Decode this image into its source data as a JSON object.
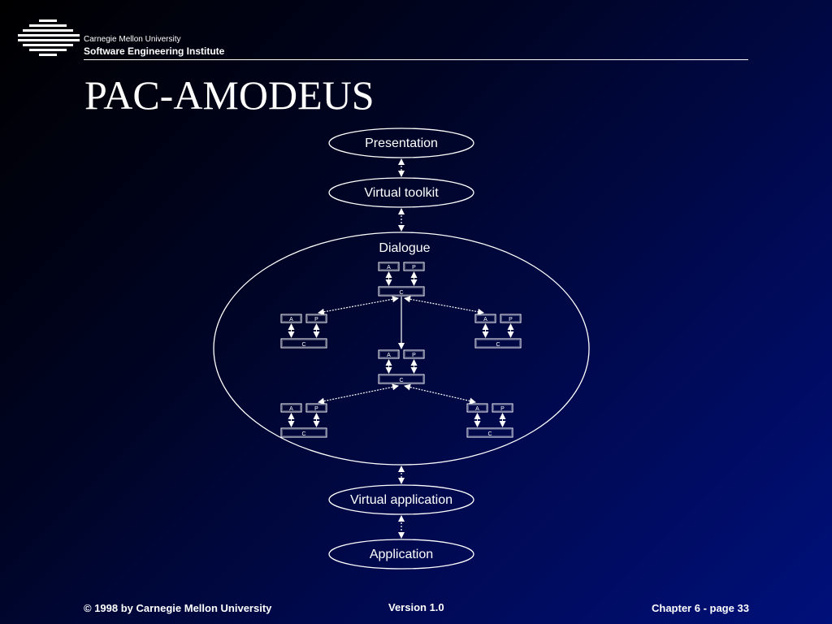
{
  "header": {
    "org_line1": "Carnegie Mellon University",
    "org_line2": "Software Engineering Institute",
    "logo_icon": "sei-striped-logo-icon"
  },
  "slide": {
    "title": "PAC-AMODEUS"
  },
  "diagram": {
    "layers": [
      {
        "id": "presentation",
        "label": "Presentation"
      },
      {
        "id": "virtual-toolkit",
        "label": "Virtual toolkit"
      },
      {
        "id": "dialogue",
        "label": "Dialogue"
      },
      {
        "id": "virtual-application",
        "label": "Virtual application"
      },
      {
        "id": "application",
        "label": "Application"
      }
    ],
    "agent_facet_labels": {
      "abstraction": "A",
      "presentation": "P",
      "control": "C"
    },
    "agents": [
      {
        "id": "root"
      },
      {
        "id": "left-1"
      },
      {
        "id": "right-1"
      },
      {
        "id": "middle"
      },
      {
        "id": "left-2"
      },
      {
        "id": "right-2"
      }
    ],
    "connections": [
      {
        "from": "root",
        "to": "left-1"
      },
      {
        "from": "root",
        "to": "right-1"
      },
      {
        "from": "root",
        "to": "middle"
      },
      {
        "from": "middle",
        "to": "left-2"
      },
      {
        "from": "middle",
        "to": "right-2"
      }
    ],
    "colors": {
      "stroke": "#ffffff",
      "text": "#ffffff",
      "background": "#000a55"
    }
  },
  "footer": {
    "copyright": "© 1998 by Carnegie Mellon University",
    "version": "Version 1.0",
    "page": "Chapter 6  - page 33"
  }
}
